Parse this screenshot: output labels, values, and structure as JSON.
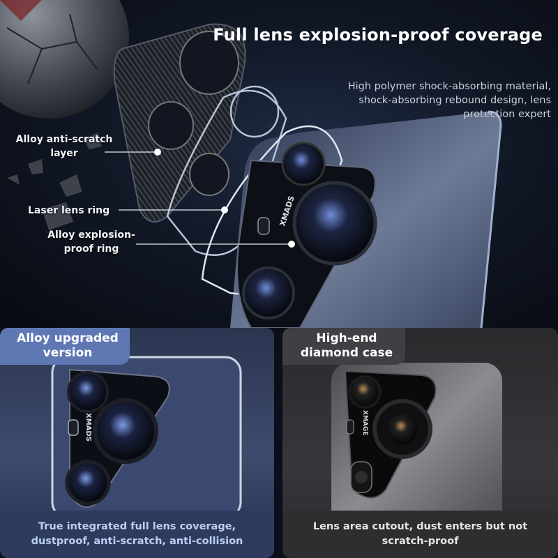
{
  "hero": {
    "title": "Full lens explosion-proof coverage",
    "subtitle": "High polymer shock-absorbing material, shock-absorbing rebound design, lens protection expert",
    "callouts": {
      "layer": "Alloy anti-scratch layer",
      "ring": "Laser lens ring",
      "explosion_ring": "Alloy explosion-proof ring"
    },
    "engraving": "XMADS"
  },
  "left_panel": {
    "tag": "Alloy upgraded version",
    "engraving": "XMADS",
    "caption": "True integrated full lens coverage, dustproof, anti-scratch, anti-collision"
  },
  "right_panel": {
    "tag": "High-end diamond case",
    "engraving": "XMAGE",
    "caption": "Lens area cutout, dust enters but not scratch-proof"
  },
  "colors": {
    "left_tag": "#5f78b4",
    "right_tag": "#3f3f44",
    "left_caption_text": "#bcd0f2"
  }
}
